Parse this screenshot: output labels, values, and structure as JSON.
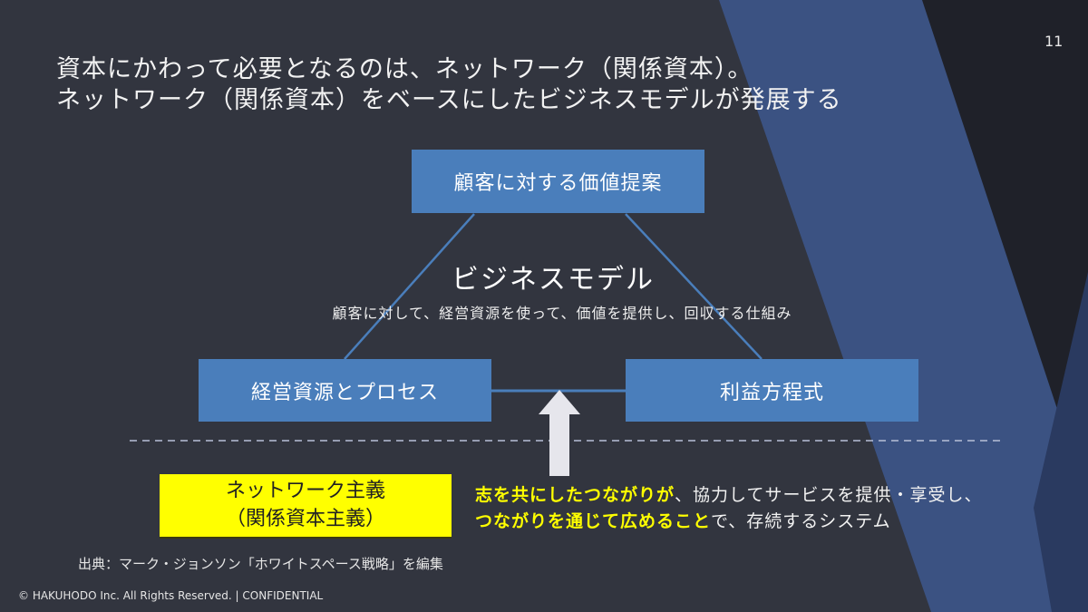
{
  "page_number": "11",
  "title": {
    "line1": "資本にかわって必要となるのは、ネットワーク（関係資本）。",
    "line2": "ネットワーク（関係資本）をベースにしたビジネスモデルが発展する"
  },
  "diagram": {
    "top_box": "顧客に対する価値提案",
    "left_box": "経営資源とプロセス",
    "right_box": "利益方程式",
    "center_title": "ビジネスモデル",
    "center_subtitle": "顧客に対して、経営資源を使って、価値を提供し、回収する仕組み"
  },
  "network": {
    "label_line1": "ネットワーク主義",
    "label_line2": "（関係資本主義）",
    "desc_bold1": "志を共にしたつながりが",
    "desc_rest1": "、協力してサービスを提供・享受し、",
    "desc_bold2": "つながりを通じて広めること",
    "desc_rest2": "で、存続するシステム"
  },
  "source": "出典：マーク・ジョンソン「ホワイトスペース戦略」を編集",
  "copyright": "© HAKUHODO  Inc. All  Rights  Reserved. | CONFIDENTIAL",
  "colors": {
    "background": "#32353f",
    "band": "#3b5282",
    "box": "#4a7ebb",
    "highlight": "#ffff00"
  }
}
